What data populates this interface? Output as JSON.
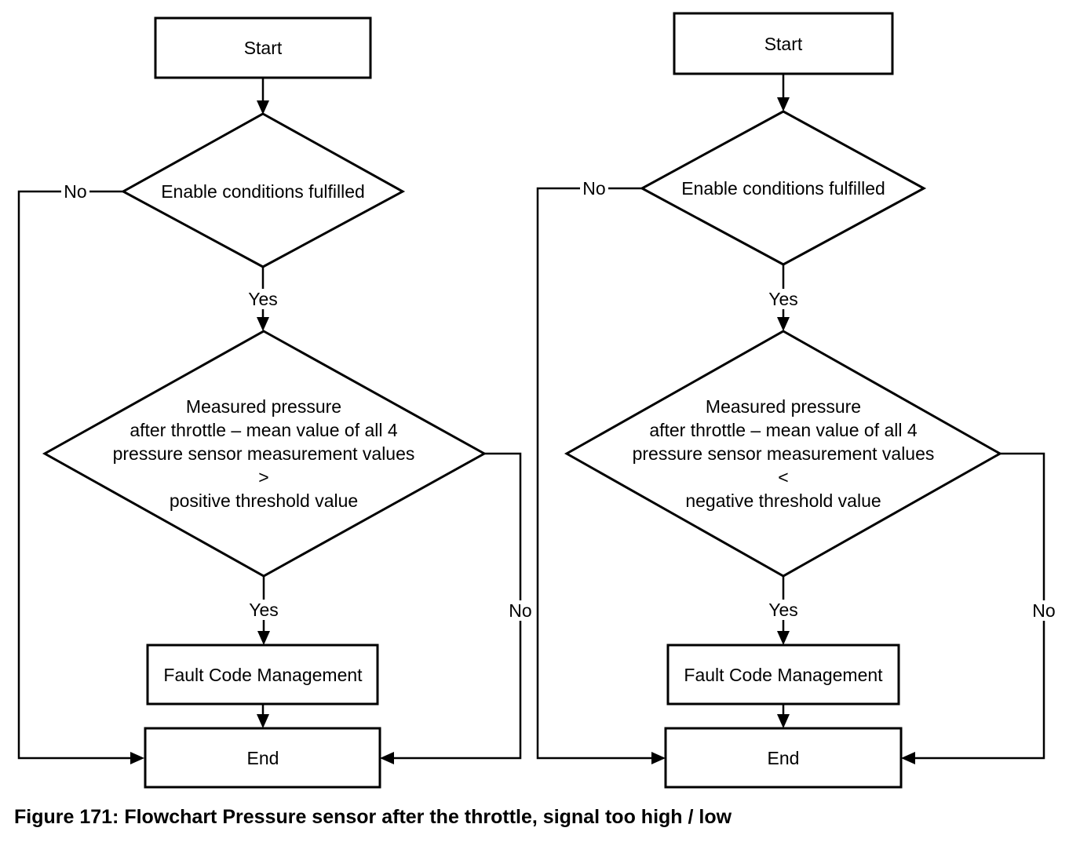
{
  "caption": "Figure 171: Flowchart Pressure sensor after the throttle, signal too high / low",
  "colors": {
    "line": "#000000",
    "background": "#ffffff"
  },
  "left_chart": {
    "start_label": "Start",
    "enable_decision_label": "Enable conditions fulfilled",
    "enable_no_label": "No",
    "enable_yes_label": "Yes",
    "pressure_decision_lines": [
      "Measured pressure",
      "after throttle – mean value of all 4",
      "pressure sensor measurement values",
      ">",
      "positive threshold value"
    ],
    "pressure_no_label": "No",
    "pressure_yes_label": "Yes",
    "fault_label": "Fault Code Management",
    "end_label": "End"
  },
  "right_chart": {
    "start_label": "Start",
    "enable_decision_label": "Enable conditions fulfilled",
    "enable_no_label": "No",
    "enable_yes_label": "Yes",
    "pressure_decision_lines": [
      "Measured pressure",
      "after throttle – mean value of all 4",
      "pressure sensor measurement values",
      "<",
      "negative threshold value"
    ],
    "pressure_no_label": "No",
    "pressure_yes_label": "Yes",
    "fault_label": "Fault Code Management",
    "end_label": "End"
  }
}
